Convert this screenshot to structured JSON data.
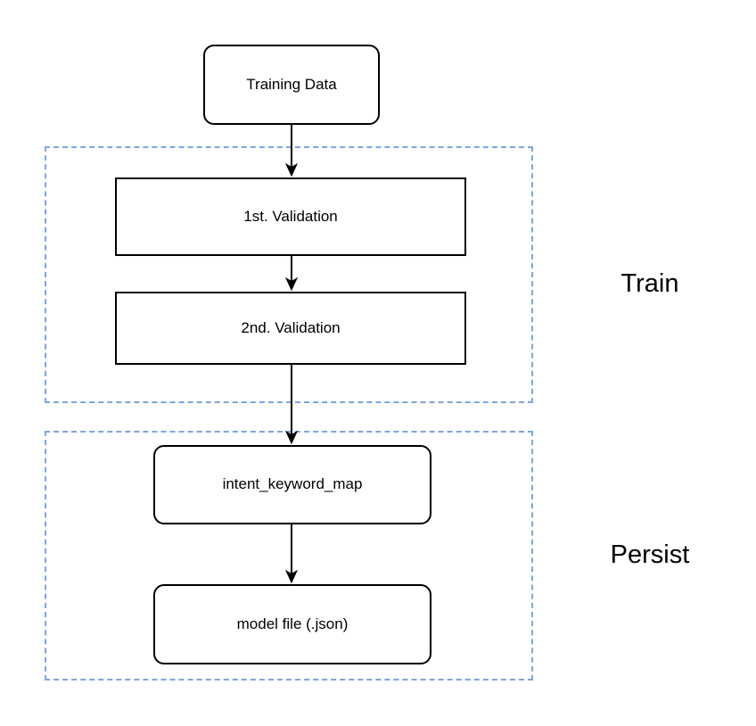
{
  "diagram": {
    "type": "flowchart",
    "nodes": [
      {
        "id": "training_data",
        "label": "Training Data",
        "shape": "rounded-rect",
        "group": null
      },
      {
        "id": "first_validation",
        "label": "1st. Validation",
        "shape": "rect",
        "group": "train"
      },
      {
        "id": "second_validation",
        "label": "2nd. Validation",
        "shape": "rect",
        "group": "train"
      },
      {
        "id": "intent_keyword_map",
        "label": "intent_keyword_map",
        "shape": "rounded-rect",
        "group": "persist"
      },
      {
        "id": "model_file",
        "label": "model file (.json)",
        "shape": "rounded-rect",
        "group": "persist"
      }
    ],
    "groups": [
      {
        "id": "train",
        "label": "Train",
        "border_style": "dashed"
      },
      {
        "id": "persist",
        "label": "Persist",
        "border_style": "dashed"
      }
    ],
    "edges": [
      {
        "from": "training_data",
        "to": "first_validation",
        "direction": "down"
      },
      {
        "from": "first_validation",
        "to": "second_validation",
        "direction": "down"
      },
      {
        "from": "second_validation",
        "to": "intent_keyword_map",
        "direction": "down"
      },
      {
        "from": "intent_keyword_map",
        "to": "model_file",
        "direction": "down"
      }
    ],
    "colors": {
      "background": "#FFFFFF",
      "node_border": "#000000",
      "node_fill": "#FFFFFF",
      "group_border": "#7EA6E0",
      "arrow": "#000000",
      "text": "#000000"
    }
  }
}
